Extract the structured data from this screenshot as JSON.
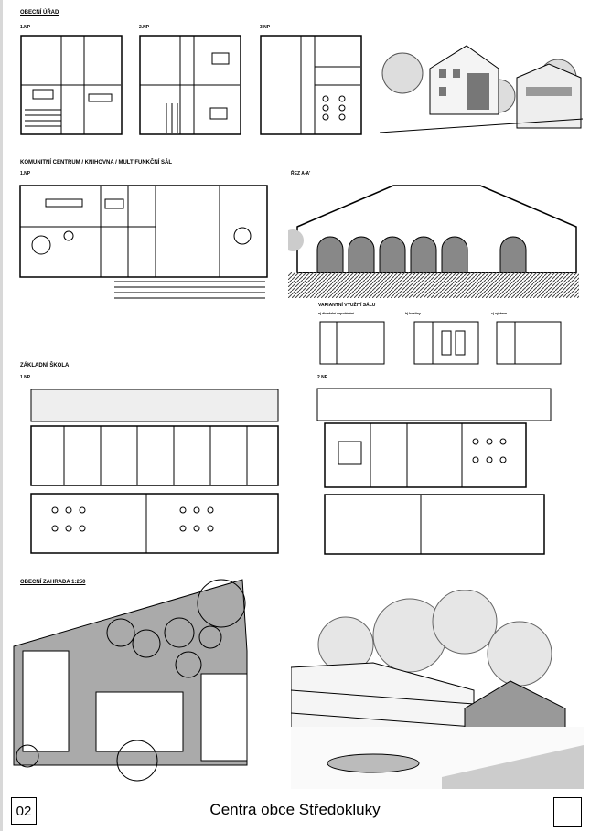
{
  "sections": {
    "office": {
      "title": "OBECNÍ ÚŘAD",
      "floors": [
        "1.NP",
        "2.NP",
        "3.NP"
      ]
    },
    "community": {
      "title": "KOMUNITNÍ CENTRUM / KNIHOVNA / MULTIFUNKČNÍ SÁL",
      "floor": "1.NP",
      "section": "ŘEZ A-A'"
    },
    "variants": {
      "title": "VARIANTNÍ VYUŽITÍ SÁLU",
      "options": [
        "a) divadelní uspořádání",
        "b) hostiny",
        "c) výstava"
      ]
    },
    "school": {
      "title": "ZÁKLADNÍ ŠKOLA",
      "floors": [
        "1.NP",
        "2.NP"
      ]
    },
    "garden": {
      "title": "OBECNÍ ZAHRADA 1:250"
    }
  },
  "footer": {
    "page_number": "02",
    "title": "Centra obce Středokluky"
  }
}
